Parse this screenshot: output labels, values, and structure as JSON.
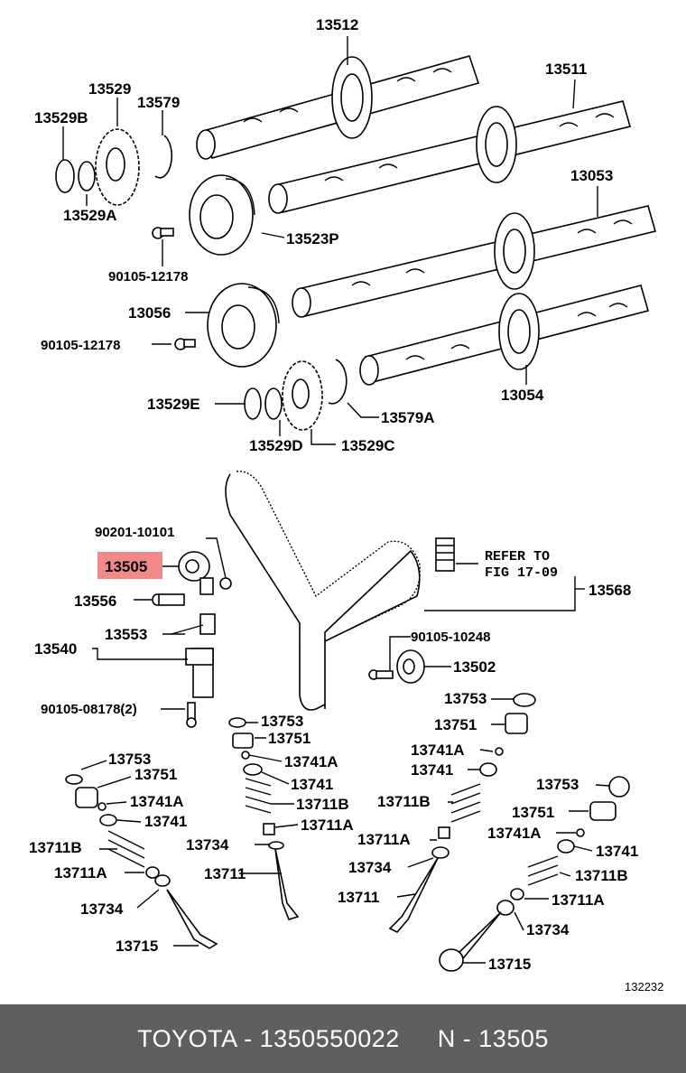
{
  "diagram": {
    "labels": {
      "l13512": "13512",
      "l13511": "13511",
      "l13529": "13529",
      "l13579": "13579",
      "l13529B": "13529B",
      "l13529A": "13529A",
      "l13053": "13053",
      "l13523P": "13523P",
      "l90105_12178a": "90105-12178",
      "l13056": "13056",
      "l90105_12178b": "90105-12178",
      "l13529E": "13529E",
      "l13579A": "13579A",
      "l13054": "13054",
      "l13529D": "13529D",
      "l13529C": "13529C",
      "l90201_10101": "90201-10101",
      "l13505": "13505",
      "l13556": "13556",
      "l13553": "13553",
      "l13540": "13540",
      "l90105_08178": "90105-08178(2)",
      "l13568": "13568",
      "l90105_10248": "90105-10248",
      "l13502": "13502",
      "refer1": "REFER TO",
      "refer2": "FIG 17-09",
      "c_13753": "13753",
      "c_13751": "13751",
      "c_13741A": "13741A",
      "c_13741": "13741",
      "c_13711B": "13711B",
      "c_13711A": "13711A",
      "c_13734": "13734",
      "c_13711": "13711",
      "r_13753": "13753",
      "r_13751": "13751",
      "r_13741A": "13741A",
      "r_13741": "13741",
      "r_13711B": "13711B",
      "r_13711A": "13711A",
      "r_13734": "13734",
      "r_13711": "13711",
      "l_13753": "13753",
      "l_13751": "13751",
      "l_13741A": "13741A",
      "l_13741": "13741",
      "l_13711B": "13711B",
      "l_13711A": "13711A",
      "l_13734": "13734",
      "l_13715": "13715",
      "fr_13753": "13753",
      "fr_13751": "13751",
      "fr_13741A": "13741A",
      "fr_13741": "13741",
      "fr_13711B": "13711B",
      "fr_13711A": "13711A",
      "fr_13734": "13734",
      "fr_13715": "13715"
    },
    "highlight_color": "#f08a8a",
    "figure_code": "132232"
  },
  "footer": {
    "brand": "TOYOTA - 1350550022",
    "part": "N - 13505"
  }
}
